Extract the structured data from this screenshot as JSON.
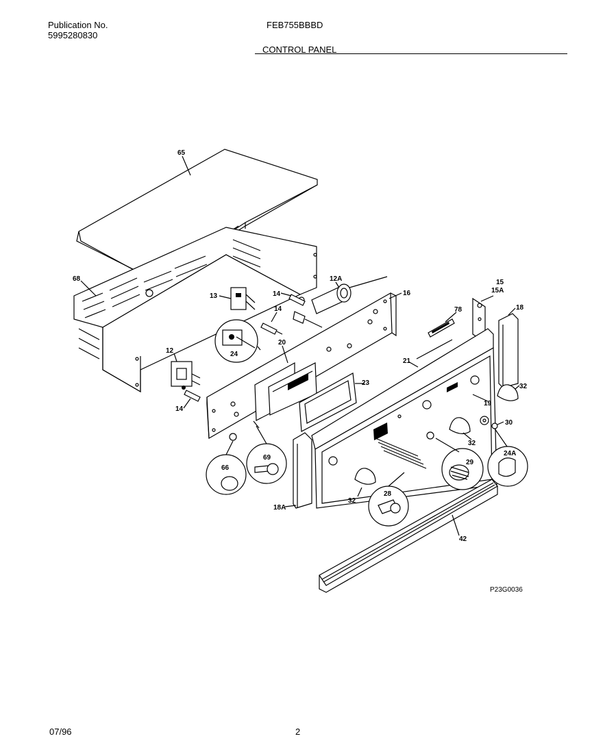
{
  "header": {
    "publication_label": "Publication No.",
    "publication_number": "5995280830",
    "model": "FEB755BBBD",
    "section_title": "CONTROL PANEL"
  },
  "footer": {
    "date": "07/96",
    "page_number": "2"
  },
  "diagram": {
    "drawing_code": "P23G0036",
    "part_labels": [
      "65",
      "68",
      "13",
      "14",
      "12A",
      "16",
      "15",
      "15A",
      "18",
      "14",
      "78",
      "24",
      "12",
      "20",
      "21",
      "23",
      "32",
      "19",
      "14",
      "30",
      "32",
      "24A",
      "66",
      "69",
      "18A",
      "29",
      "32",
      "28",
      "42"
    ]
  }
}
